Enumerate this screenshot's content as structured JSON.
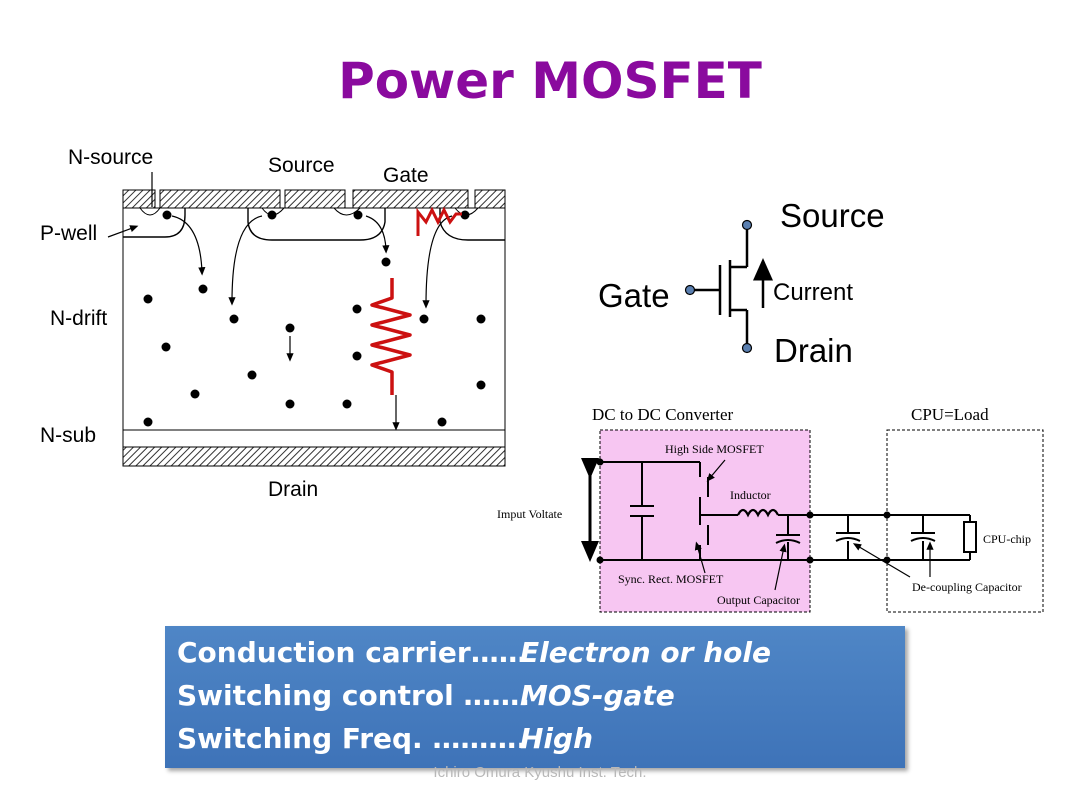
{
  "title": "Power MOSFET",
  "cross_section": {
    "labels": {
      "n_source": "N-source",
      "source": "Source",
      "gate": "Gate",
      "p_well": "P-well",
      "n_drift": "N-drift",
      "n_sub": "N-sub",
      "drain": "Drain"
    }
  },
  "symbol": {
    "source": "Source",
    "gate": "Gate",
    "current": "Current",
    "drain": "Drain"
  },
  "circuit": {
    "dc_title": "DC to DC Converter",
    "cpu_title": "CPU=Load",
    "high_side": "High Side MOSFET",
    "inductor": "Inductor",
    "input_voltage": "Imput Voltate",
    "sync_rect": "Sync. Rect. MOSFET",
    "output_cap": "Output Capacitor",
    "cpu_chip": "CPU-chip",
    "decoupling": "De-coupling Capacitor",
    "converter_fill": "#f7c6f2"
  },
  "summary": {
    "rows": [
      {
        "label": "Conduction carrier……",
        "value": "Electron or hole"
      },
      {
        "label": "Switching control …….",
        "value": "MOS-gate"
      },
      {
        "label": "Switching Freq. ……….",
        "value": "High"
      }
    ],
    "background": "#4a80c3"
  },
  "footer": "Ichiro Omura Kyushu Inst. Tech.",
  "colors": {
    "title": "#8a0a9e",
    "resistor": "#cc1111"
  }
}
